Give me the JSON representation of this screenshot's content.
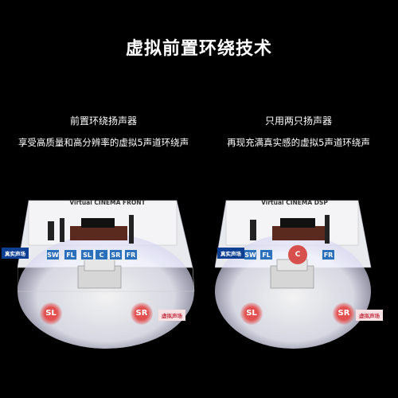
{
  "title": "虚拟前置环绕技术",
  "left": {
    "heading": "前置环绕扬声器",
    "subtitle": "享受高质量和高分辨率的虚拟5声道环绕声",
    "room_label": "Virtual CINEMA FRONT",
    "tag_real": "真实声场",
    "tag_virtual": "虚拟声场",
    "chips": [
      "SW",
      "FL",
      "SL",
      "C",
      "SR",
      "FR"
    ],
    "virtual_speakers": [
      "SL",
      "SR"
    ]
  },
  "right": {
    "heading": "只用两只扬声器",
    "subtitle": "再现充满真实感的虚拟5声道环绕声",
    "room_label": "Virtual CINEMA DSP",
    "tag_real": "真实声场",
    "tag_virtual": "虚拟声场",
    "chips": [
      "SW",
      "FL",
      "C",
      "FR"
    ],
    "virtual_speakers": [
      "SL",
      "SR"
    ]
  },
  "colors": {
    "chip_blue": "#2c6fba",
    "virtual_red": "#e25050",
    "tag_blue": "#0f3f93"
  }
}
